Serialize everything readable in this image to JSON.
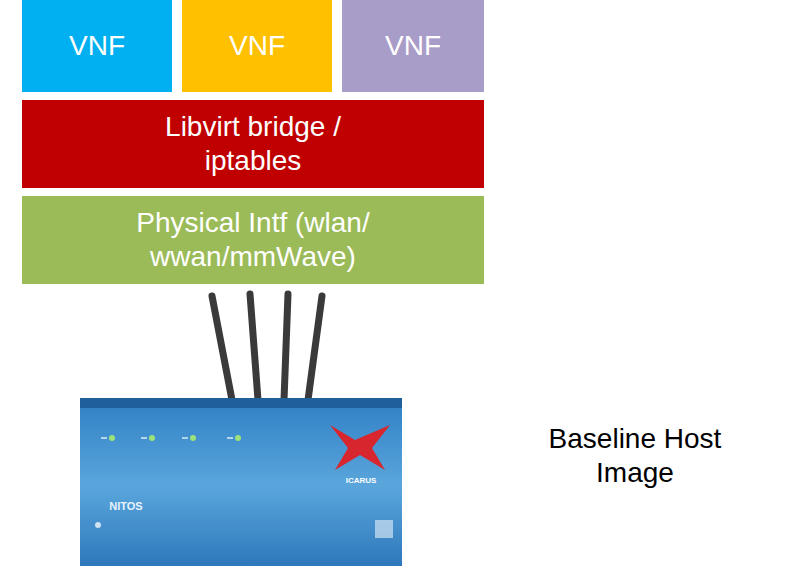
{
  "diagram": {
    "nodes": [
      {
        "text": [
          "VNF"
        ]
      },
      {
        "text": [
          "VNF"
        ]
      },
      {
        "text": [
          "VNF"
        ]
      },
      {
        "text": [
          "Libvirt bridge / iptables"
        ]
      },
      {
        "text": [
          "Physical Intf (wlan/ wwan/mmWave)"
        ]
      }
    ],
    "labels": [
      "NITOS",
      "ICARUS",
      "Baseline Host Image"
    ]
  }
}
